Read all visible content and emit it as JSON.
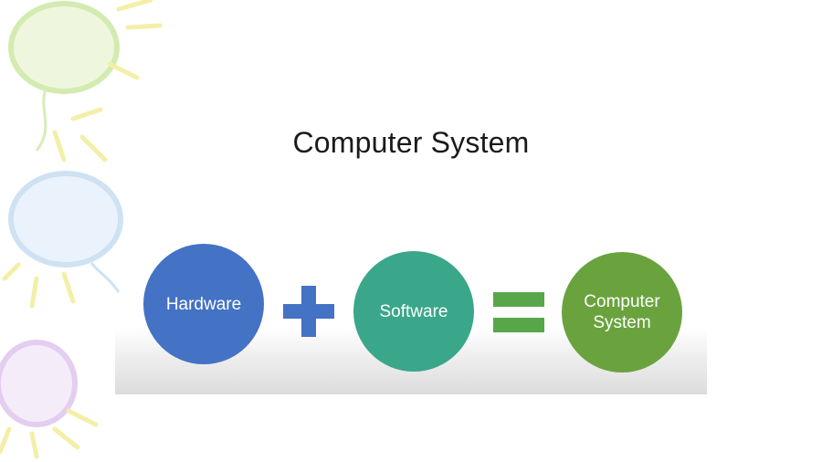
{
  "title": "Computer System",
  "nodes": [
    {
      "id": "hardware",
      "label": "Hardware",
      "color": "#4472c4"
    },
    {
      "id": "software",
      "label": "Software",
      "color": "#3aa68a"
    },
    {
      "id": "computer-system",
      "label": "Computer System",
      "color": "#6aa33e"
    }
  ],
  "operators": [
    {
      "symbol": "plus",
      "color": "#4472c4"
    },
    {
      "symbol": "equals",
      "color": "#58a64a"
    }
  ],
  "background": {
    "decoration": "balloon-outlines",
    "decoration_colors": [
      "#d8ecb8",
      "#cfe2f3",
      "#e6d2f0",
      "#f5efb0"
    ]
  }
}
